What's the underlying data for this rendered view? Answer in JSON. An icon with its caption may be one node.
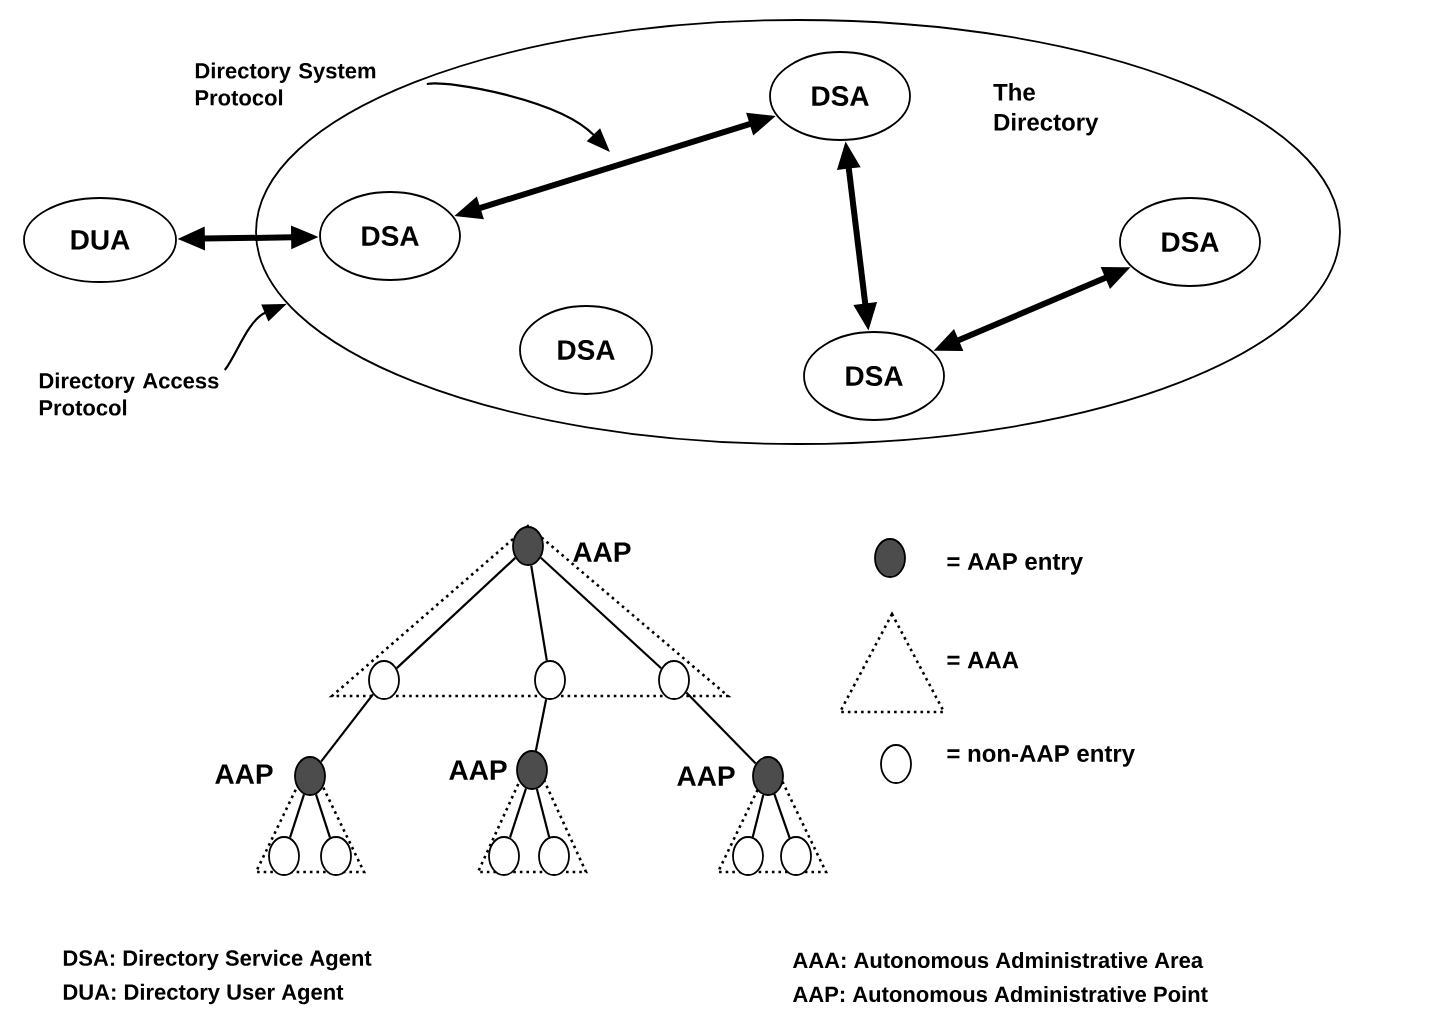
{
  "diagram": {
    "nodes": [
      {
        "text": [
          "The Directory"
        ]
      },
      {
        "text": [
          "DUA"
        ]
      },
      {
        "text": [
          "DSA"
        ],
        "in": 0
      },
      {
        "text": [
          "DSA"
        ],
        "in": 0
      },
      {
        "text": [
          "DSA"
        ],
        "in": 0
      },
      {
        "text": [
          "DSA"
        ],
        "in": 0
      },
      {
        "text": [
          "DSA"
        ],
        "in": 0
      },
      {
        "text": [
          "Directory System Protocol"
        ]
      },
      {
        "text": [
          "Directory Access Protocol"
        ]
      },
      {
        "text": [],
        "shape": "circle",
        "beside": [
          "AAP"
        ]
      },
      {
        "text": [],
        "shape": "circle"
      },
      {
        "text": [],
        "shape": "circle"
      },
      {
        "text": [],
        "shape": "circle"
      },
      {
        "text": [],
        "shape": "circle",
        "beside": [
          "AAP"
        ]
      },
      {
        "text": [],
        "shape": "circle",
        "beside": [
          "AAP"
        ]
      },
      {
        "text": [],
        "shape": "circle",
        "beside": [
          "AAP"
        ]
      },
      {
        "text": [],
        "shape": "circle"
      },
      {
        "text": [],
        "shape": "circle"
      },
      {
        "text": [],
        "shape": "circle"
      },
      {
        "text": [],
        "shape": "circle"
      },
      {
        "text": [],
        "shape": "circle"
      },
      {
        "text": [],
        "shape": "circle"
      }
    ],
    "edges": [
      {
        "from": 1,
        "to": 2,
        "arrow": "both",
        "style": "thick"
      },
      {
        "from": 2,
        "to": 3,
        "arrow": "both",
        "style": "thick"
      },
      {
        "from": 3,
        "to": 6,
        "arrow": "both",
        "style": "thick"
      },
      {
        "from": 6,
        "to": 4,
        "arrow": "both",
        "style": "thick"
      },
      {
        "from": 7,
        "to": null,
        "arrow": "to"
      },
      {
        "from": 8,
        "to": 0,
        "arrow": "to"
      },
      {
        "from": 9,
        "to": 10,
        "arrow": "none"
      },
      {
        "from": 9,
        "to": 11,
        "arrow": "none"
      },
      {
        "from": 9,
        "to": 12,
        "arrow": "none"
      },
      {
        "from": 10,
        "to": 13,
        "arrow": "none"
      },
      {
        "from": 11,
        "to": 14,
        "arrow": "none"
      },
      {
        "from": 12,
        "to": 15,
        "arrow": "none"
      },
      {
        "from": 13,
        "to": 16,
        "arrow": "none"
      },
      {
        "from": 13,
        "to": 17,
        "arrow": "none"
      },
      {
        "from": 14,
        "to": 18,
        "arrow": "none"
      },
      {
        "from": 14,
        "to": 19,
        "arrow": "none"
      },
      {
        "from": 15,
        "to": 20,
        "arrow": "none"
      },
      {
        "from": 15,
        "to": 21,
        "arrow": "none"
      }
    ],
    "labels": [
      "DSA: Directory Service Agent",
      "AAA: Autonomous Administrative Area",
      "DUA: Directory User Agent",
      "AAP: Autonomous Administrative Point"
    ],
    "legend": [
      {
        "text": "= AAP entry"
      },
      {
        "text": "= AAA"
      },
      {
        "text": "= non-AAP entry"
      }
    ]
  }
}
